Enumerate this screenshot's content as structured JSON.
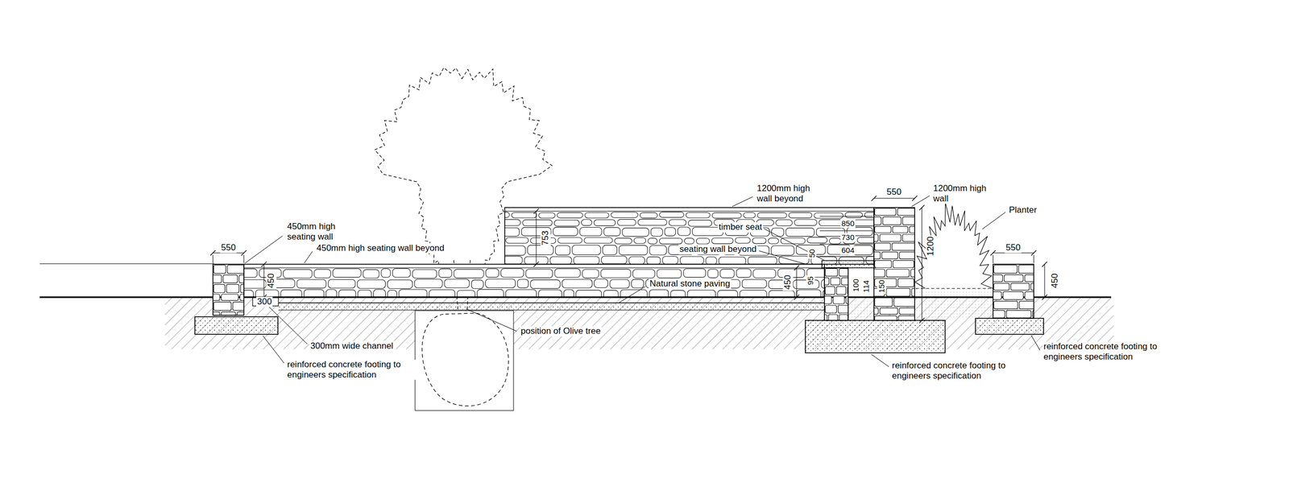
{
  "diagram": {
    "labels": [
      "550",
      "450mm high seating wall",
      "450mm high seating wall beyond",
      "450",
      "300",
      "300mm wide channel",
      "reinforced concrete footing to engineers specification",
      "position of Olive tree",
      "1200mm high wall beyond",
      "753",
      "timber seat",
      "850",
      "730",
      "seating wall beyond",
      "604",
      "50",
      "Natural stone paving",
      "450",
      "95",
      "100",
      "114",
      "150",
      "550",
      "1200mm high wall",
      "1200",
      "Planter",
      "550",
      "450",
      "reinforced concrete footing to engineers specification",
      "reinforced concrete footing to engineers specification"
    ]
  }
}
